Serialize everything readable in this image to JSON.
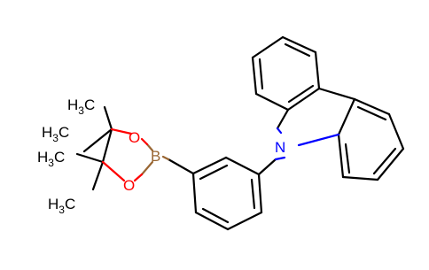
{
  "molecule": {
    "atoms": {
      "N": "N",
      "B": "B",
      "O_top": "O",
      "O_bottom": "O"
    },
    "methyls": {
      "m1": {
        "text": "H",
        "sub": "3",
        "tail": "C"
      },
      "m2": {
        "text": "H",
        "sub": "3",
        "tail": "C"
      },
      "m3": {
        "text": "H",
        "sub": "3",
        "tail": "C"
      },
      "m4": {
        "text": "H",
        "sub": "3",
        "tail": "C"
      }
    }
  },
  "colors": {
    "carbon_bond": "#000000",
    "nitrogen": "#0000ff",
    "oxygen": "#ff0000",
    "boron": "#996633"
  }
}
